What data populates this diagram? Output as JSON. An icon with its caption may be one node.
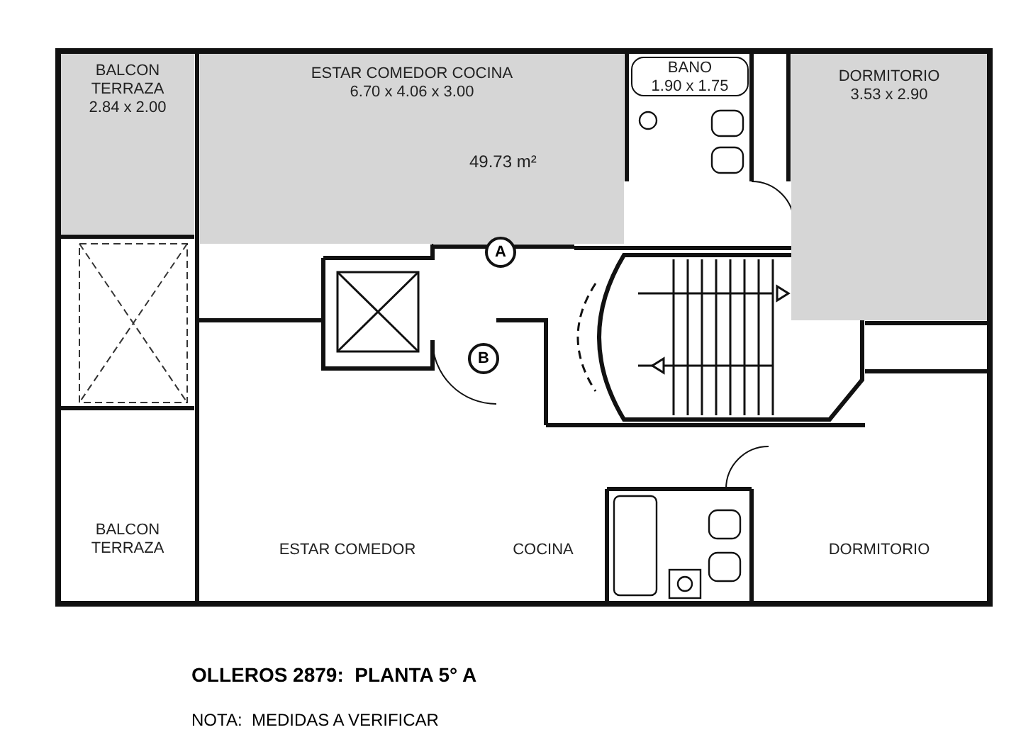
{
  "diagram": {
    "title": "OLLEROS 2879:  PLANTA 5° A",
    "caption": "NOTA:  MEDIDAS A VERIFICAR",
    "nodes": [
      {
        "text": [
          "BALCON TERRAZA",
          "2.84 x 2.00"
        ]
      },
      {
        "text": [
          "ESTAR COMEDOR COCINA",
          "6.70 x 4.06 x 3.00",
          "49.73 m²"
        ]
      },
      {
        "text": [
          "BANO",
          "1.90 x 1.75"
        ]
      },
      {
        "text": [
          "DORMITORIO",
          "3.53 x 2.90"
        ]
      },
      {
        "text": [
          "A"
        ]
      },
      {
        "text": [
          "B"
        ]
      },
      {
        "text": [
          "BALCON TERRAZA"
        ]
      },
      {
        "text": [
          "ESTAR COMEDOR"
        ]
      },
      {
        "text": [
          "COCINA"
        ]
      },
      {
        "text": [
          "DORMITORIO"
        ]
      }
    ]
  }
}
